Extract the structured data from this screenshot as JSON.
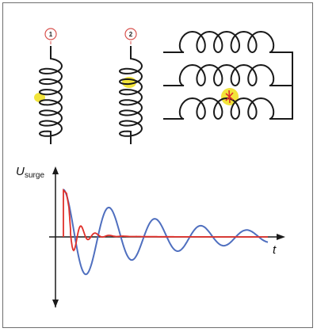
{
  "coils": {
    "coil1": {
      "badge": "1"
    },
    "coil2": {
      "badge": "2"
    }
  },
  "graph": {
    "y_label_main": "U",
    "y_label_sub": "surge",
    "x_label": "t"
  },
  "colors": {
    "winding": "#1a1a1a",
    "highlight": "#f2e43a",
    "spark": "#e0302a",
    "badge_ring": "#d9534f",
    "curve_blue": "#4f6fbf",
    "curve_red": "#e0302a",
    "axis": "#1a1a1a",
    "frame": "#6e6e6e"
  }
}
